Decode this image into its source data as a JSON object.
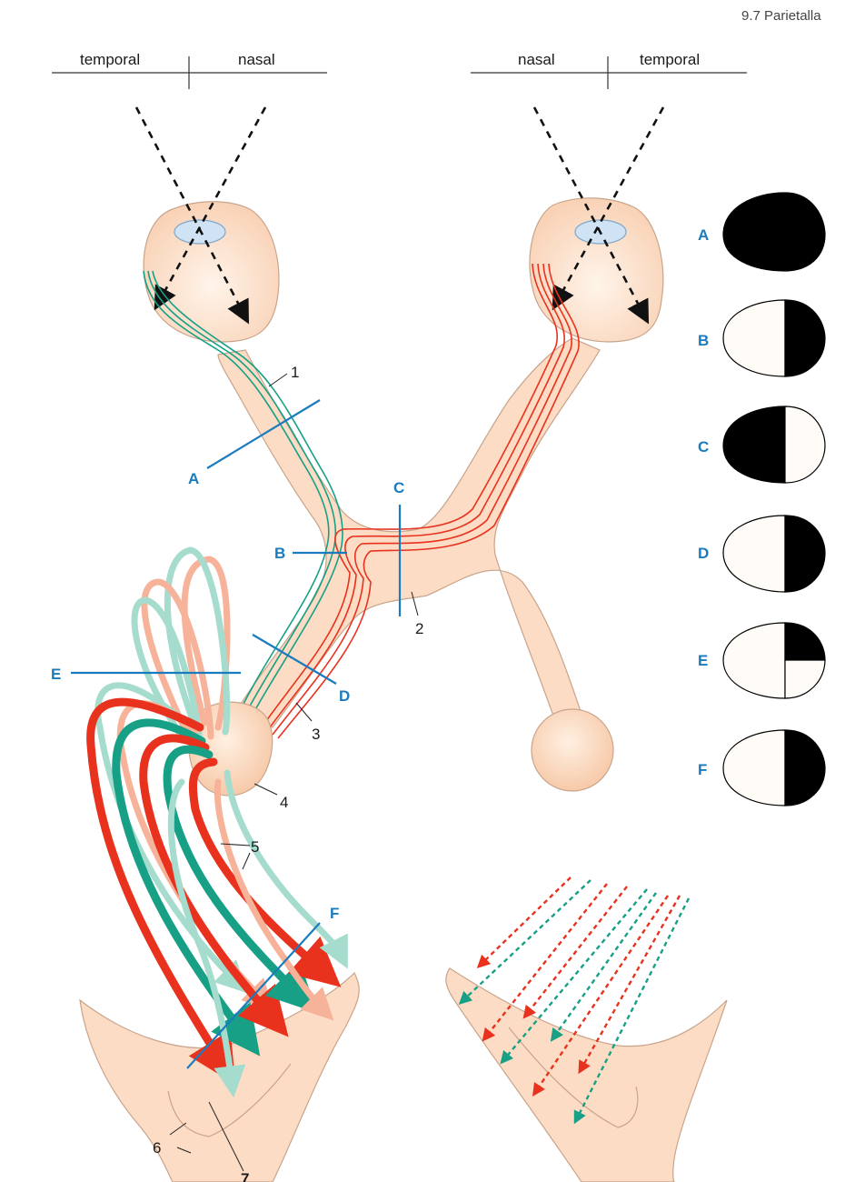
{
  "header": {
    "section": "9.7 Parietalla"
  },
  "fields": {
    "left": {
      "temporal": "temporal",
      "nasal": "nasal"
    },
    "right": {
      "nasal": "nasal",
      "temporal": "temporal"
    }
  },
  "numbers": {
    "n1": "1",
    "n2": "2",
    "n3": "3",
    "n4": "4",
    "n5": "5",
    "n6": "6",
    "n7": "7"
  },
  "lesions": {
    "A": "A",
    "B": "B",
    "C": "C",
    "D": "D",
    "E": "E",
    "F": "F"
  },
  "colors": {
    "tissue": "#fcdcc4",
    "tissue_edge": "#c9a48c",
    "nasal_fibers": "#e8321e",
    "temporal_fibers": "#17a085",
    "light_red": "#f7b29a",
    "light_green": "#a6dccd",
    "lesion_line": "#1a7bbf",
    "lens": "#cfe3f4"
  },
  "field_defects": [
    {
      "label": "A",
      "defect": "left eye blind"
    },
    {
      "label": "B",
      "defect": "right half defect"
    },
    {
      "label": "C",
      "defect": "left half defect"
    },
    {
      "label": "D",
      "defect": "right half defect"
    },
    {
      "label": "E",
      "defect": "upper right quadrant defect"
    },
    {
      "label": "F",
      "defect": "right half defect"
    }
  ]
}
